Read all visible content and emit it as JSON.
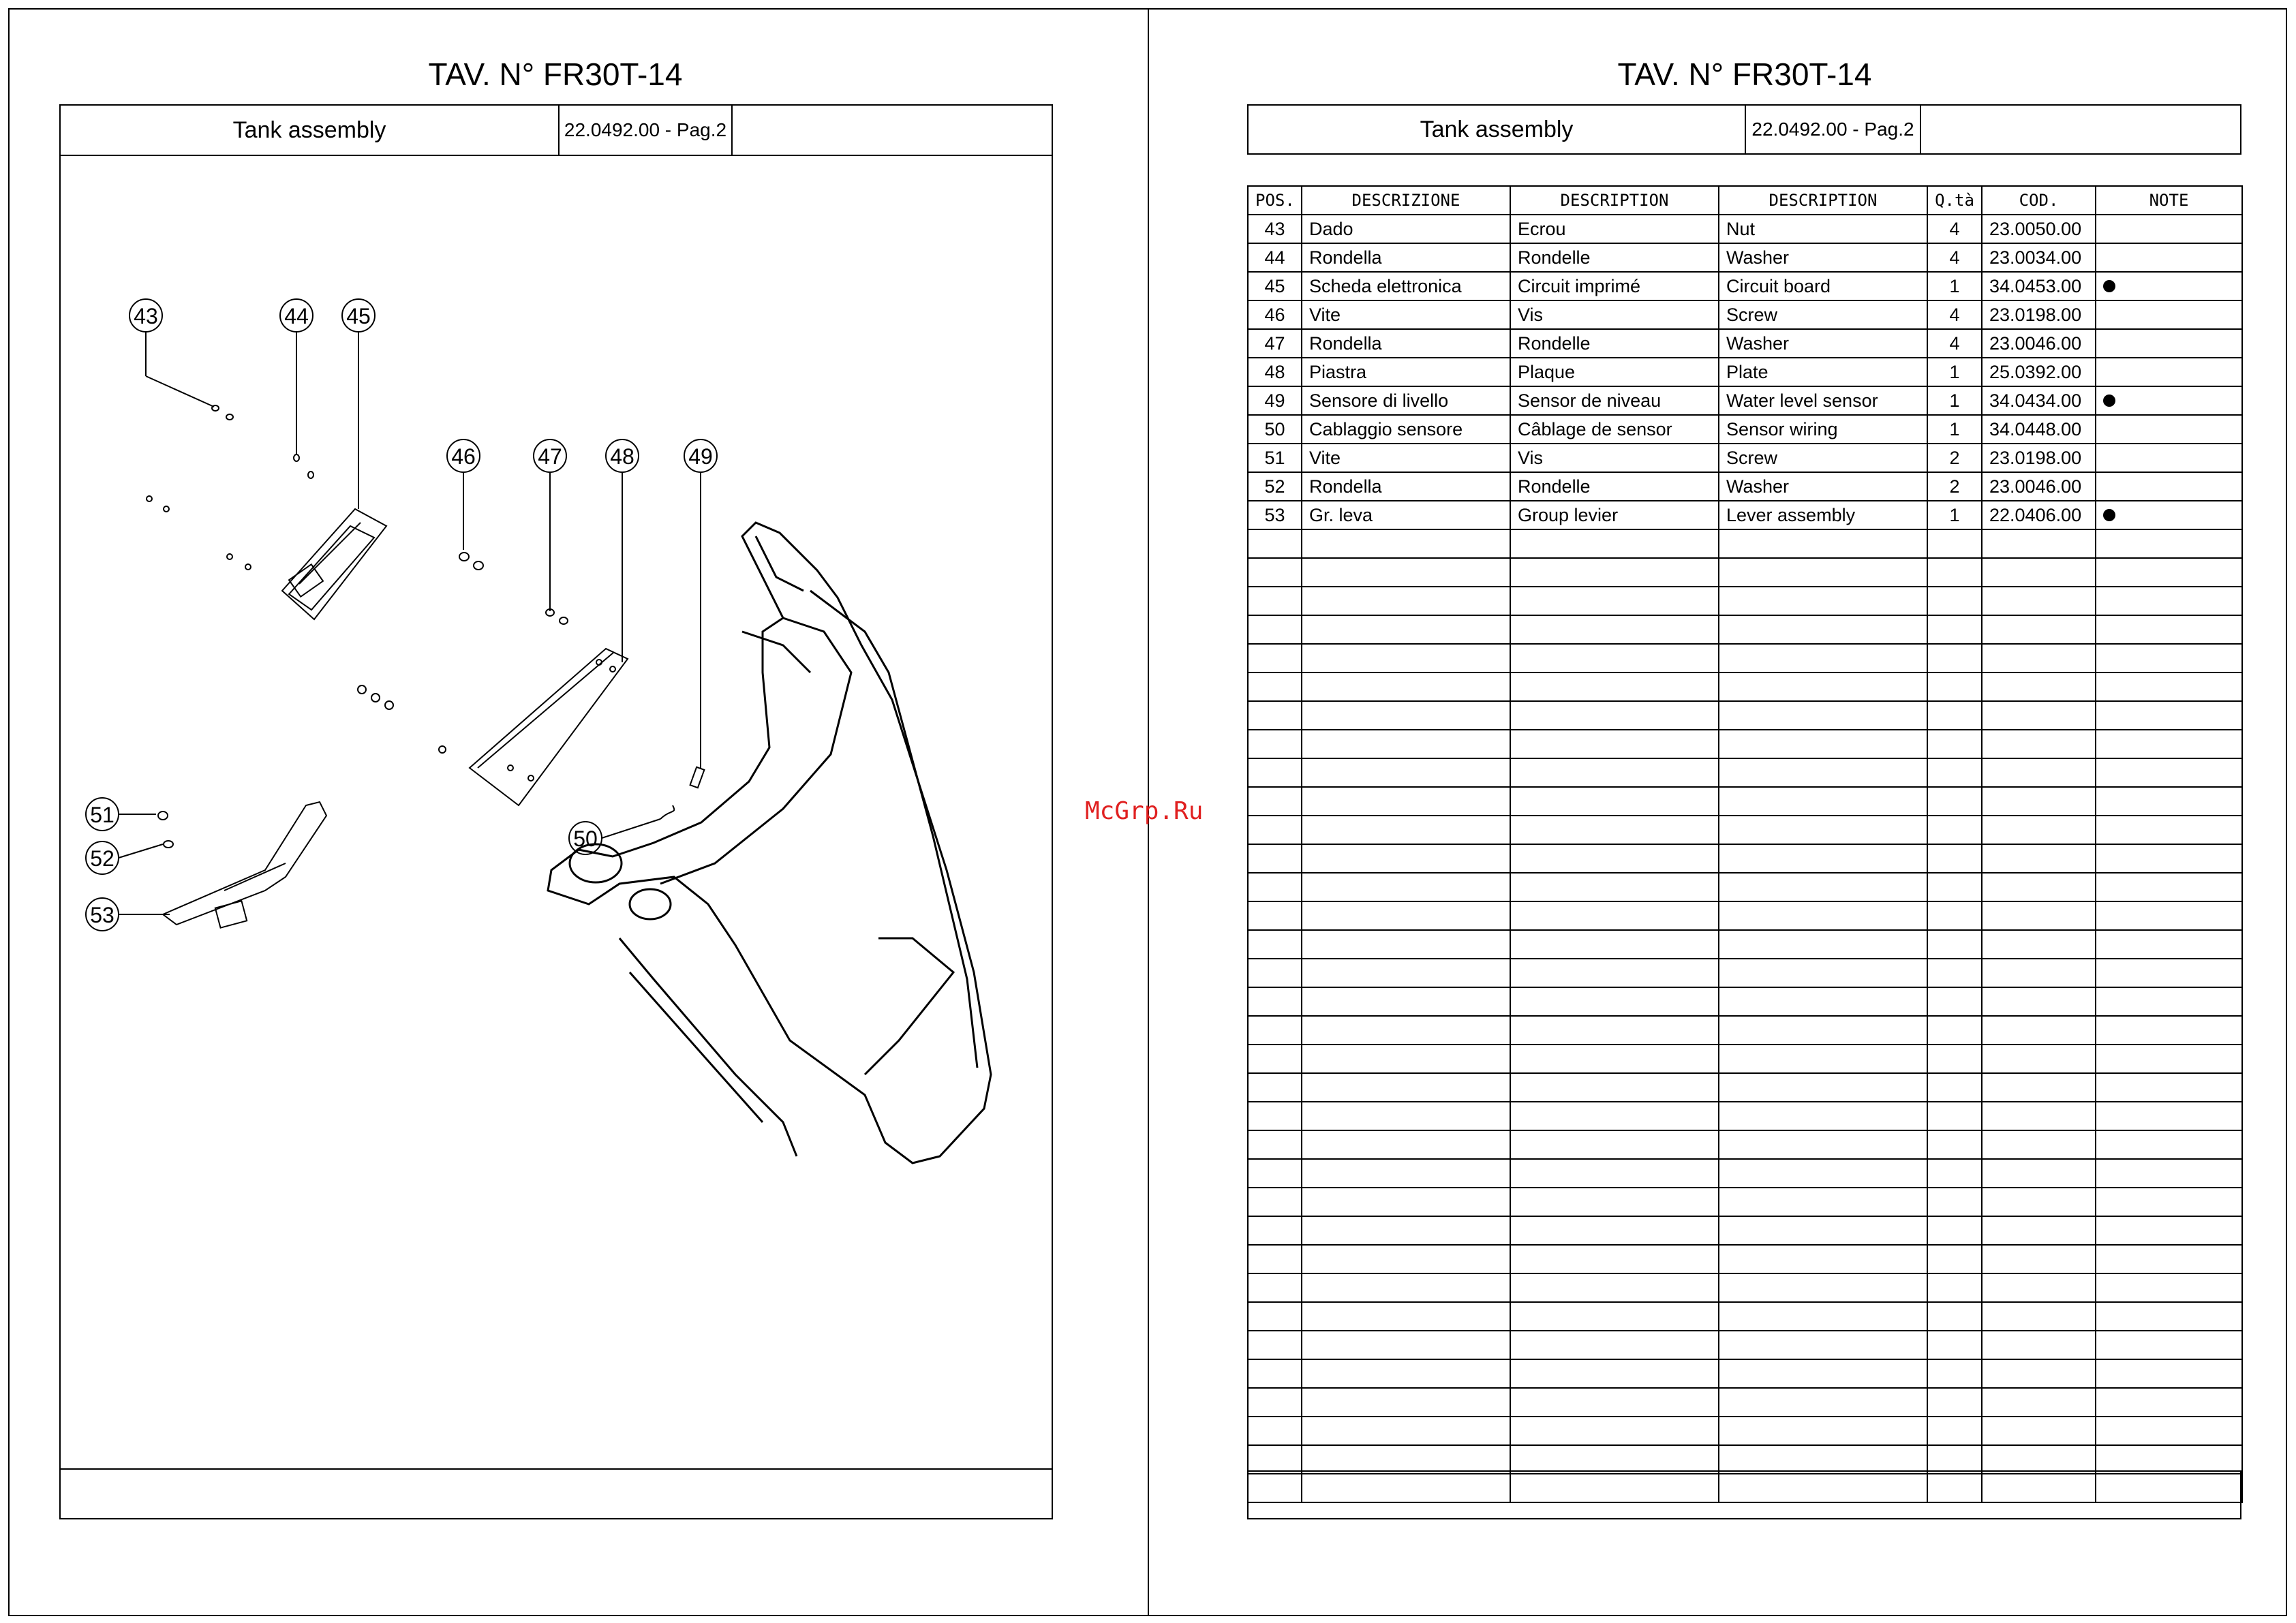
{
  "left_page": {
    "title": "TAV. N° FR30T-14",
    "header": {
      "name": "Tank assembly",
      "ref": "22.0492.00 - Pag.2"
    },
    "callouts": [
      {
        "num": "43"
      },
      {
        "num": "44"
      },
      {
        "num": "45"
      },
      {
        "num": "46"
      },
      {
        "num": "47"
      },
      {
        "num": "48"
      },
      {
        "num": "49"
      },
      {
        "num": "50"
      },
      {
        "num": "51"
      },
      {
        "num": "52"
      },
      {
        "num": "53"
      }
    ]
  },
  "right_page": {
    "title": "TAV.  N° FR30T-14",
    "header": {
      "name": "Tank assembly",
      "ref": "22.0492.00 - Pag.2"
    },
    "table": {
      "columns": [
        "POS.",
        "DESCRIZIONE",
        "DESCRIPTION",
        "DESCRIPTION",
        "Q.tà",
        "COD.",
        "NOTE"
      ],
      "rows": [
        {
          "pos": "43",
          "it": "Dado",
          "fr": "Ecrou",
          "en": "Nut",
          "qty": "4",
          "code": "23.0050.00",
          "note": false
        },
        {
          "pos": "44",
          "it": "Rondella",
          "fr": "Rondelle",
          "en": "Washer",
          "qty": "4",
          "code": "23.0034.00",
          "note": false
        },
        {
          "pos": "45",
          "it": "Scheda elettronica",
          "fr": "Circuit imprimé",
          "en": "Circuit board",
          "qty": "1",
          "code": "34.0453.00",
          "note": true
        },
        {
          "pos": "46",
          "it": "Vite",
          "fr": "Vis",
          "en": "Screw",
          "qty": "4",
          "code": "23.0198.00",
          "note": false
        },
        {
          "pos": "47",
          "it": "Rondella",
          "fr": "Rondelle",
          "en": "Washer",
          "qty": "4",
          "code": "23.0046.00",
          "note": false
        },
        {
          "pos": "48",
          "it": "Piastra",
          "fr": "Plaque",
          "en": "Plate",
          "qty": "1",
          "code": "25.0392.00",
          "note": false
        },
        {
          "pos": "49",
          "it": "Sensore di livello",
          "fr": "Sensor de niveau",
          "en": "Water level sensor",
          "qty": "1",
          "code": "34.0434.00",
          "note": true
        },
        {
          "pos": "50",
          "it": "Cablaggio sensore",
          "fr": "Câblage de sensor",
          "en": "Sensor wiring",
          "qty": "1",
          "code": "34.0448.00",
          "note": false
        },
        {
          "pos": "51",
          "it": "Vite",
          "fr": "Vis",
          "en": "Screw",
          "qty": "2",
          "code": "23.0198.00",
          "note": false
        },
        {
          "pos": "52",
          "it": "Rondella",
          "fr": "Rondelle",
          "en": "Washer",
          "qty": "2",
          "code": "23.0046.00",
          "note": false
        },
        {
          "pos": "53",
          "it": "Gr. leva",
          "fr": "Group levier",
          "en": " Lever assembly",
          "qty": "1",
          "code": "22.0406.00",
          "note": true
        }
      ],
      "empty_row_count": 34
    }
  },
  "watermark": "McGrp.Ru"
}
